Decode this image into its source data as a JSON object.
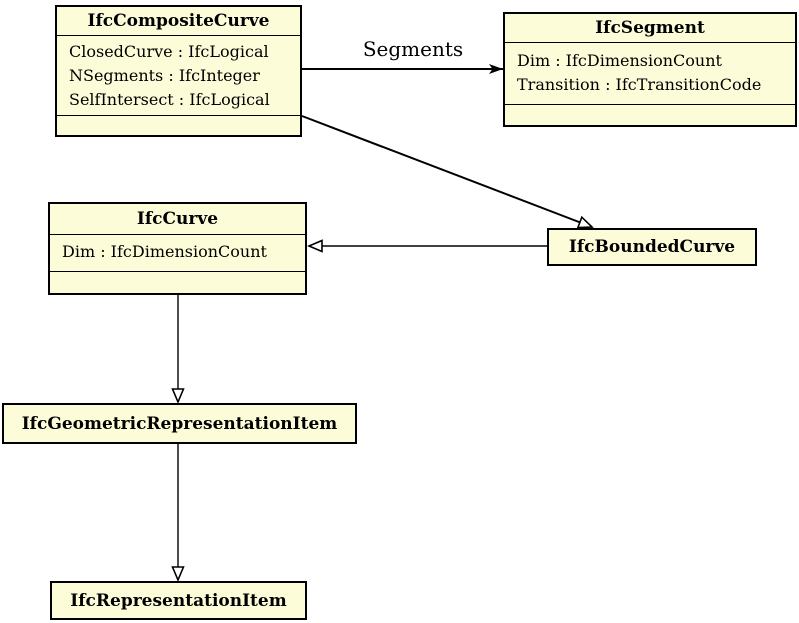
{
  "colors": {
    "node_fill": "#FCFCD9",
    "node_border": "#000000",
    "edge": "#000000",
    "background": "#FFFFFF",
    "text": "#000000"
  },
  "nodes": {
    "composite": {
      "name": "IfcCompositeCurve",
      "attributes": [
        "ClosedCurve : IfcLogical",
        "NSegments : IfcInteger",
        "SelfIntersect : IfcLogical"
      ]
    },
    "segment": {
      "name": "IfcSegment",
      "attributes": [
        "Dim : IfcDimensionCount",
        "Transition : IfcTransitionCode"
      ]
    },
    "curve": {
      "name": "IfcCurve",
      "attributes": [
        "Dim : IfcDimensionCount"
      ]
    },
    "boundedcurve": {
      "name": "IfcBoundedCurve",
      "attributes": []
    },
    "geometricrepresentationitem": {
      "name": "IfcGeometricRepresentationItem",
      "attributes": []
    },
    "representationitem": {
      "name": "IfcRepresentationItem",
      "attributes": []
    }
  },
  "edges": {
    "segments_association": {
      "label": "Segments",
      "from": "IfcCompositeCurve",
      "to": "IfcSegment",
      "type": "association"
    },
    "composite_to_boundedcurve": {
      "from": "IfcCompositeCurve",
      "to": "IfcBoundedCurve",
      "type": "inheritance"
    },
    "boundedcurve_to_curve": {
      "from": "IfcBoundedCurve",
      "to": "IfcCurve",
      "type": "inheritance"
    },
    "curve_to_geometricrepresentationitem": {
      "from": "IfcCurve",
      "to": "IfcGeometricRepresentationItem",
      "type": "inheritance"
    },
    "geometricrepresentationitem_to_representationitem": {
      "from": "IfcGeometricRepresentationItem",
      "to": "IfcRepresentationItem",
      "type": "inheritance"
    }
  }
}
